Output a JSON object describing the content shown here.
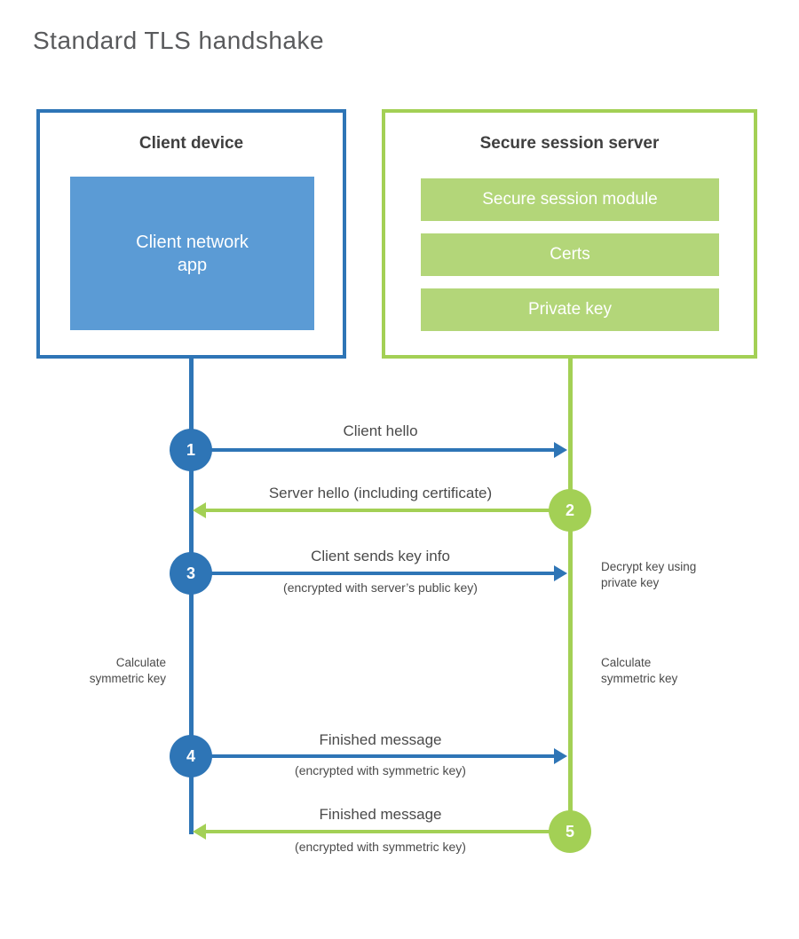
{
  "title": "Standard TLS handshake",
  "colors": {
    "blue": "#2e75b6",
    "blue_fill": "#5b9bd5",
    "green": "#a3d055",
    "green_fill": "#b3d679",
    "heading_text": "#3f3f3f",
    "label_text": "#4a4a4a",
    "title_text": "#595a5c",
    "white": "#ffffff"
  },
  "client": {
    "title": "Client device",
    "app_label": "Client network\napp"
  },
  "server": {
    "title": "Secure session server",
    "modules": [
      "Secure session module",
      "Certs",
      "Private key"
    ]
  },
  "steps": [
    {
      "num": "1",
      "label": "Client hello",
      "direction": "client-to-server",
      "color": "blue"
    },
    {
      "num": "2",
      "label": "Server hello (including certificate)",
      "direction": "server-to-client",
      "color": "green"
    },
    {
      "num": "3",
      "label": "Client sends key info",
      "sublabel": "(encrypted with server’s public key)",
      "direction": "client-to-server",
      "color": "blue"
    },
    {
      "num": "4",
      "label": "Finished message",
      "sublabel": "(encrypted with symmetric key)",
      "direction": "client-to-server",
      "color": "blue"
    },
    {
      "num": "5",
      "label": "Finished message",
      "sublabel": "(encrypted with symmetric key)",
      "direction": "server-to-client",
      "color": "green"
    }
  ],
  "notes": {
    "decrypt": "Decrypt key using\nprivate key",
    "calc_left": "Calculate\nsymmetric key",
    "calc_right": "Calculate\nsymmetric key"
  }
}
